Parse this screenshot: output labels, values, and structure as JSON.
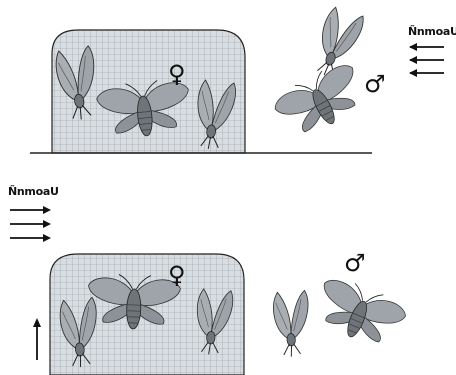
{
  "panels": [
    {
      "id": "top",
      "wind_label": "ÑnmoaU",
      "female_symbol": "♀",
      "male_symbol": "♂",
      "wind_direction": "left"
    },
    {
      "id": "bottom",
      "wind_label": "ÑnmoaU",
      "female_symbol": "♀",
      "male_symbol": "♂",
      "wind_direction": "right",
      "up_arrow": true
    }
  ],
  "colors": {
    "cage_fill": "#d8dde1",
    "grid": "#8e979e",
    "moth_body": "#6f7479",
    "moth_wing": "#9ea4a9",
    "ink": "#111111"
  }
}
